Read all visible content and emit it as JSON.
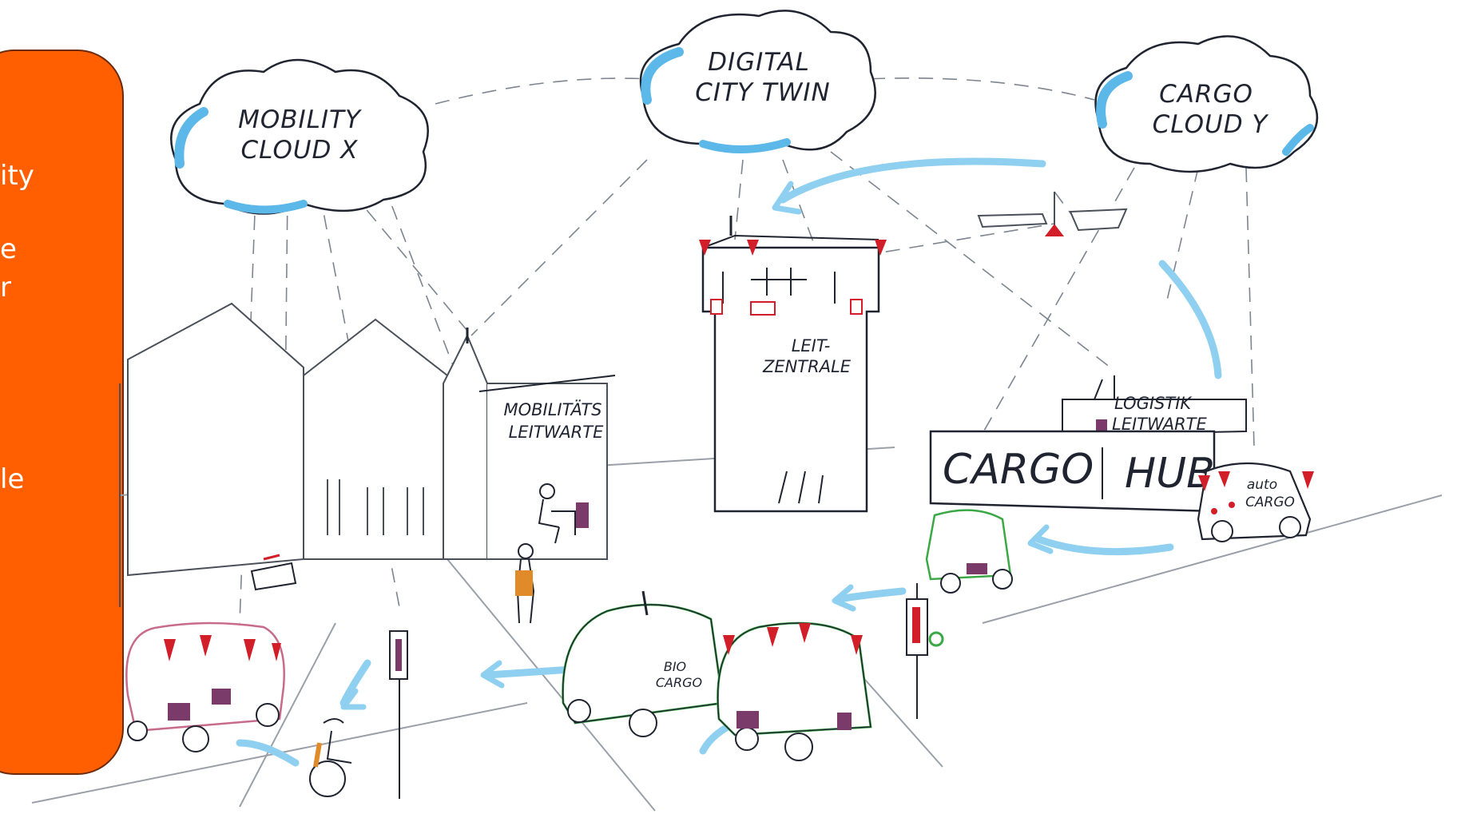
{
  "panel": {
    "color": "#ff5f00",
    "fragments": [
      "ity",
      "e",
      "r",
      "le"
    ]
  },
  "clouds": {
    "mobility": {
      "line1": "MOBILITY",
      "line2": "CLOUD X"
    },
    "digital_twin": {
      "line1": "DIGITAL",
      "line2": "CITY TWIN"
    },
    "cargo": {
      "line1": "CARGO",
      "line2": "CLOUD Y"
    }
  },
  "labels": {
    "leitzentrale_1": "LEIT-",
    "leitzentrale_2": "ZENTRALE",
    "mobilitaets_1": "MOBILITÄTS",
    "mobilitaets_2": "LEITWARTE",
    "logistik_1": "LOGISTIK",
    "logistik_2": "LEITWARTE",
    "cargo_hub_1": "CARGO",
    "cargo_hub_2": "HUB",
    "auto_cargo_1": "auto",
    "auto_cargo_2": "CARGO",
    "bio_cargo_1": "BIO",
    "bio_cargo_2": "CARGO"
  },
  "colors": {
    "cloud_blue": "#5bb8e8",
    "arrow_blue": "#8fd0f0",
    "ink": "#1f2430",
    "red": "#d21e28",
    "green": "#3aa845",
    "purple": "#7a3a6a"
  }
}
